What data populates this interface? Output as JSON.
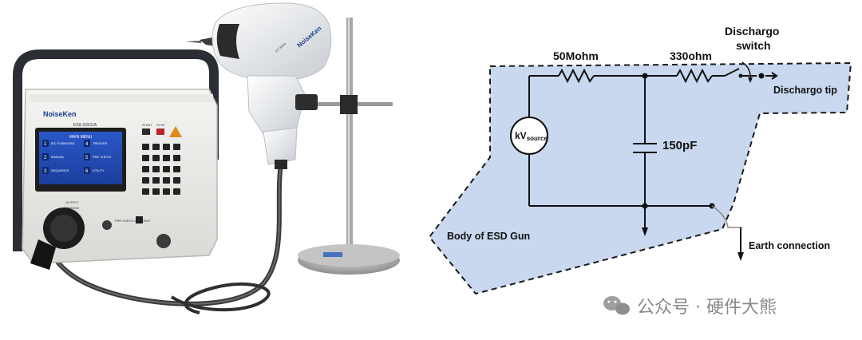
{
  "photo": {
    "brand": "NoiseKen",
    "model": "ESS-S3011A",
    "gun_brand": "NoiseKen",
    "gun_model": "GT-30RA",
    "screen": {
      "title": "MAIN MENU",
      "items": [
        {
          "num": "1",
          "label": "IEC STANDARD"
        },
        {
          "num": "2",
          "label": "MANUAL"
        },
        {
          "num": "3",
          "label": "SEQUENCE"
        },
        {
          "num": "4",
          "label": "TRIGGER"
        },
        {
          "num": "5",
          "label": "PRE CHECK"
        },
        {
          "num": "6",
          "label": "UTILITY"
        }
      ]
    },
    "panel": {
      "start": "START",
      "stop": "STOP",
      "output": "OUTPUT",
      "warning": "WARNING",
      "pre_check": "PRE CHECK\nUSE ONLY"
    }
  },
  "diagram": {
    "r1_label": "50Mohm",
    "r2_label": "330ohm",
    "cap_label": "150pF",
    "source_label": "kV",
    "source_sub": "source",
    "switch_label_line1": "Dischargo",
    "switch_label_line2": "switch",
    "tip_label": "Dischargo tip",
    "body_label": "Body of ESD Gun",
    "earth_label": "Earth connection",
    "colors": {
      "body_fill": "#c9d8ef",
      "wire": "#111111"
    }
  },
  "watermark": {
    "text": "公众号 · 硬件大熊",
    "icon": "wechat-icon"
  }
}
